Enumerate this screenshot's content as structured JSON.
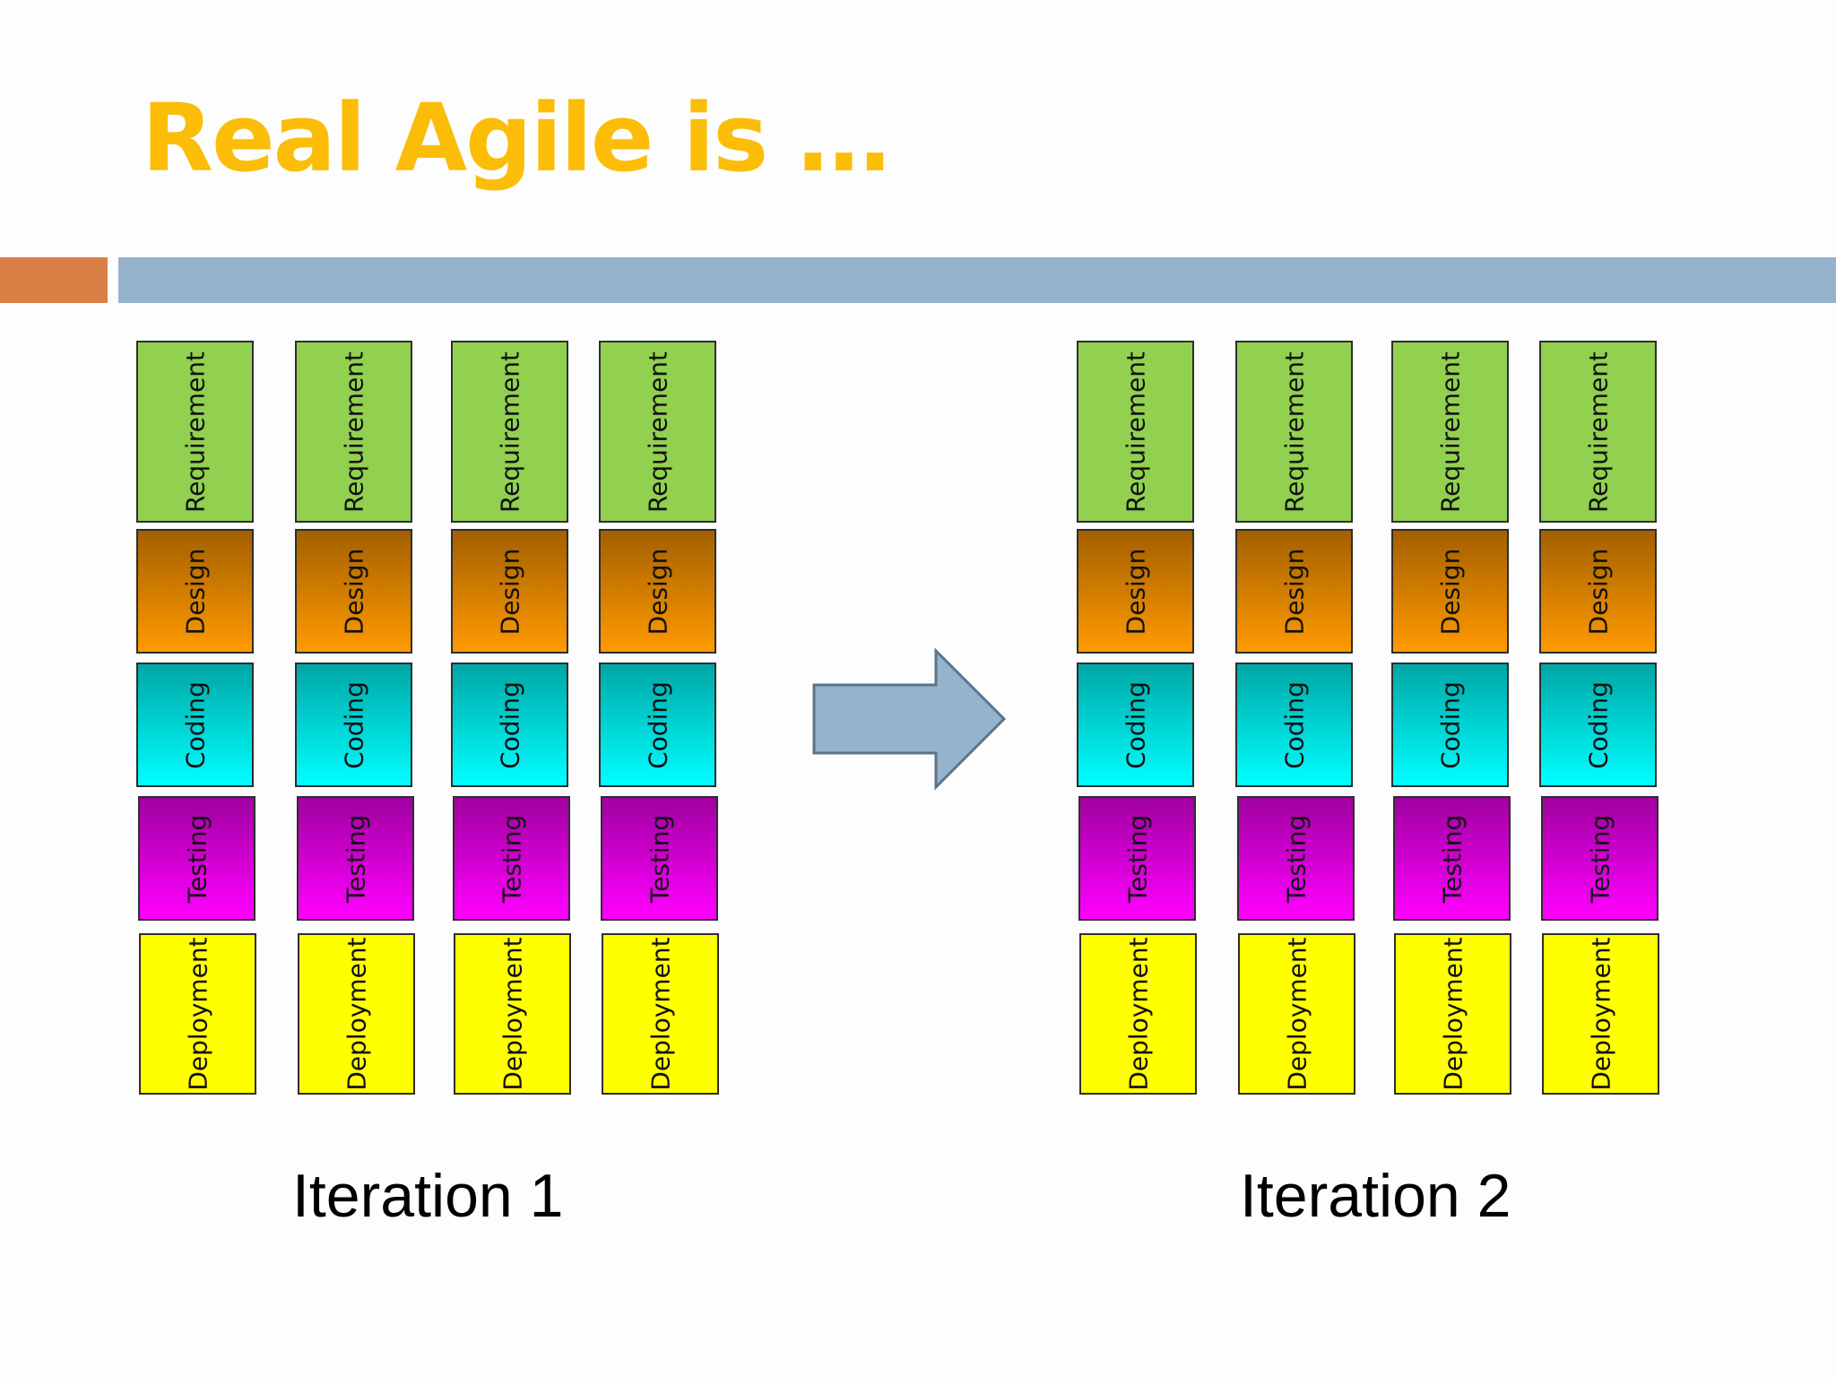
{
  "title": "Real Agile is …",
  "colors": {
    "title": "#fbbd07",
    "accent_bar": "#da8047",
    "main_bar": "#96b3cc",
    "arrow": "#96b3cc"
  },
  "stages": [
    {
      "label": "Requirement",
      "colors": [
        "#92d050",
        "#92d050"
      ]
    },
    {
      "label": "Design",
      "colors": [
        "#a35f00",
        "#ff9a00"
      ]
    },
    {
      "label": "Coding",
      "colors": [
        "#00a6a6",
        "#00ffff"
      ]
    },
    {
      "label": "Testing",
      "colors": [
        "#a000a0",
        "#ff00ff"
      ]
    },
    {
      "label": "Deployment",
      "colors": [
        "#ffff00",
        "#ffff00"
      ]
    }
  ],
  "iterations": [
    {
      "label": "Iteration 1",
      "columns": 4
    },
    {
      "label": "Iteration 2",
      "columns": 4
    }
  ]
}
